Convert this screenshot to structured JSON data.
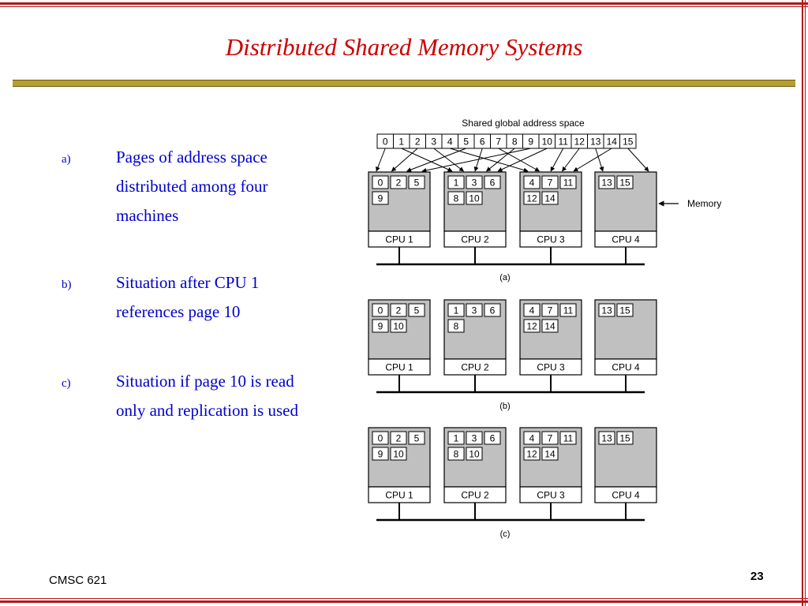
{
  "slide": {
    "title": "Distributed Shared Memory Systems",
    "footer_left": "CMSC 621",
    "page_number": "23"
  },
  "bullets": [
    {
      "marker": "a)",
      "lines": [
        "Pages of address space",
        "distributed among four",
        "machines"
      ]
    },
    {
      "marker": "b)",
      "lines": [
        "Situation after CPU 1",
        "references page 10"
      ]
    },
    {
      "marker": "c)",
      "lines": [
        "Situation if page 10 is read",
        "only and replication is used"
      ]
    }
  ],
  "diagram": {
    "global_label": "Shared global address space",
    "global_pages": [
      "0",
      "1",
      "2",
      "3",
      "4",
      "5",
      "6",
      "7",
      "8",
      "9",
      "10",
      "11",
      "12",
      "13",
      "14",
      "15"
    ],
    "memory_label": "Memory",
    "panels": [
      {
        "caption": "(a)",
        "cpus": [
          {
            "label": "CPU 1",
            "pages": [
              "0",
              "2",
              "5",
              "9"
            ]
          },
          {
            "label": "CPU 2",
            "pages": [
              "1",
              "3",
              "6",
              "8",
              "10"
            ]
          },
          {
            "label": "CPU 3",
            "pages": [
              "4",
              "7",
              "11",
              "12",
              "14"
            ]
          },
          {
            "label": "CPU 4",
            "pages": [
              "13",
              "15"
            ]
          }
        ]
      },
      {
        "caption": "(b)",
        "cpus": [
          {
            "label": "CPU 1",
            "pages": [
              "0",
              "2",
              "5",
              "9",
              "10"
            ]
          },
          {
            "label": "CPU 2",
            "pages": [
              "1",
              "3",
              "6",
              "8"
            ]
          },
          {
            "label": "CPU 3",
            "pages": [
              "4",
              "7",
              "11",
              "12",
              "14"
            ]
          },
          {
            "label": "CPU 4",
            "pages": [
              "13",
              "15"
            ]
          }
        ]
      },
      {
        "caption": "(c)",
        "cpus": [
          {
            "label": "CPU 1",
            "pages": [
              "0",
              "2",
              "5",
              "9",
              "10"
            ]
          },
          {
            "label": "CPU 2",
            "pages": [
              "1",
              "3",
              "6",
              "8",
              "10"
            ]
          },
          {
            "label": "CPU 3",
            "pages": [
              "4",
              "7",
              "11",
              "12",
              "14"
            ]
          },
          {
            "label": "CPU 4",
            "pages": [
              "13",
              "15"
            ]
          }
        ]
      }
    ]
  }
}
